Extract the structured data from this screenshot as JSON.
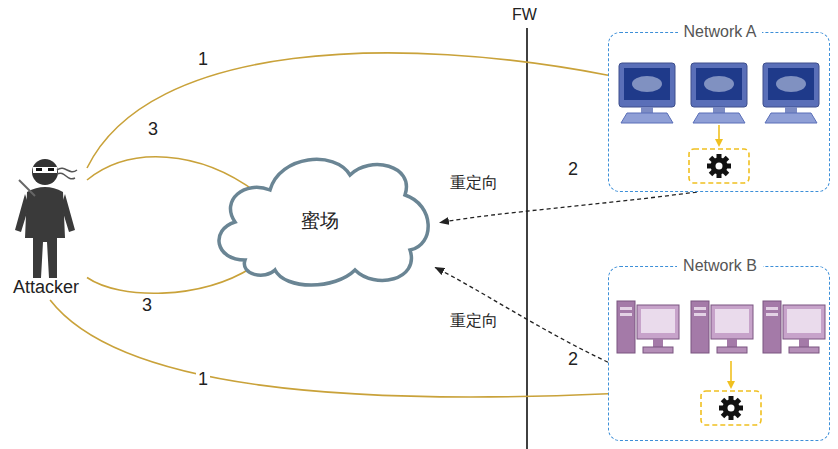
{
  "diagram": {
    "nodes": [
      {
        "text": [
          "Attacker"
        ]
      },
      {
        "text": [
          "蜜场"
        ]
      },
      {
        "text": [
          "Network A"
        ]
      },
      {
        "text": [
          "Network B"
        ]
      }
    ],
    "edges": [
      {
        "from": 0,
        "to": 2,
        "arrow": "none",
        "label": "1"
      },
      {
        "from": 0,
        "to": 1,
        "arrow": "none",
        "label": "3"
      },
      {
        "from": 0,
        "to": 1,
        "arrow": "none",
        "label": "3"
      },
      {
        "from": 0,
        "to": 3,
        "arrow": "none",
        "label": "1"
      },
      {
        "from": 2,
        "to": 1,
        "arrow": "to",
        "label": "2"
      },
      {
        "from": 3,
        "to": 1,
        "arrow": "to",
        "label": "2"
      }
    ],
    "labels": [
      "FW",
      "重定向",
      "重定向"
    ]
  }
}
